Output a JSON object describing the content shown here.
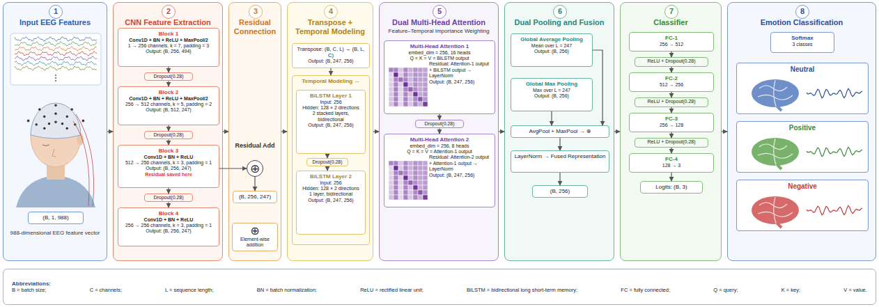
{
  "diagram": {
    "nodes": [
      {
        "text": [
          "Input EEG Features",
          "988-dimensional EEG feature vector"
        ]
      },
      {
        "text": [
          "1"
        ],
        "in": 0
      },
      {
        "text": [
          "(B, 1, 988)"
        ],
        "in": 0
      },
      {
        "text": [
          "CNN Feature Extraction"
        ]
      },
      {
        "text": [
          "2"
        ],
        "in": 3
      },
      {
        "text": [
          "Block 1",
          "Conv1D + BN + ReLU + MaxPool/2",
          "1 → 256 channels, k = 7, padding = 3",
          "Output: (B, 256, 494)"
        ],
        "in": 3
      },
      {
        "text": [
          "Dropout(0.28)"
        ],
        "in": 3
      },
      {
        "text": [
          "Block 2",
          "Conv1D + BN + ReLU + MaxPool/2",
          "256 → 512 channels, k = 5, padding = 2",
          "Output: (B, 512, 247)"
        ],
        "in": 3
      },
      {
        "text": [
          "Dropout(0.28)"
        ],
        "in": 3
      },
      {
        "text": [
          "Block 3",
          "Conv1D + BN + ReLU",
          "512 → 256 channels, k = 3, padding = 1",
          "Output: (B, 256, 247)",
          "Residual saved here"
        ],
        "in": 3
      },
      {
        "text": [
          "Dropout(0.28)"
        ],
        "in": 3
      },
      {
        "text": [
          "Block 4",
          "Conv1D + BN + ReLU",
          "256 → 256 channels, k = 3, padding = 1",
          "Output: (B, 256, 247)"
        ],
        "in": 3
      },
      {
        "text": [
          "Residual Connection",
          "Residual Add"
        ]
      },
      {
        "text": [
          "3"
        ],
        "in": 12
      },
      {
        "text": [
          "⊕"
        ],
        "in": 12
      },
      {
        "text": [
          "(B, 256, 247)"
        ],
        "in": 12
      },
      {
        "text": [
          "⊕",
          "Element-wise addition"
        ],
        "in": 12
      },
      {
        "text": [
          "Transpose + Temporal Modeling"
        ]
      },
      {
        "text": [
          "4"
        ],
        "in": 17
      },
      {
        "text": [
          "Transpose: (B, C, L) → (B, L, C)",
          "Output: (B, 247, 256)"
        ],
        "in": 17
      },
      {
        "text": [
          "Temporal Modeling ↔"
        ],
        "in": 17
      },
      {
        "text": [
          "BiLSTM Layer 1",
          "Input: 256",
          "Hidden: 128 × 2 directions",
          "2 stacked layers, bidirectional",
          "Output: (B, 247, 256)"
        ],
        "in": 20
      },
      {
        "text": [
          "Dropout(0.28)"
        ],
        "in": 20
      },
      {
        "text": [
          "BiLSTM Layer 2",
          "Input: 256",
          "Hidden: 128 × 2 directions",
          "1 layer, bidirectional",
          "Output: (B, 247, 256)"
        ],
        "in": 20
      },
      {
        "text": [
          "Dual Multi-Head Attention",
          "Feature–Temporal Importance Weighting"
        ]
      },
      {
        "text": [
          "5"
        ],
        "in": 24
      },
      {
        "text": [
          "Multi-Head Attention 1",
          "embed_dim = 256, 16 heads",
          "Q = K = V = BiLSTM output",
          "Residual: Attention-1 output + BiLSTM output → LayerNorm",
          "Output: (B, 247, 256)"
        ],
        "in": 24
      },
      {
        "text": [
          "Dropout(0.28)"
        ],
        "in": 24
      },
      {
        "text": [
          "Multi-Head Attention 2",
          "embed_dim = 256, 8 heads",
          "Q = K = V = Attention-1 output",
          "Residual: Attention-2 output + Attention-1 output → LayerNorm",
          "Output: (B, 247, 256)"
        ],
        "in": 24
      },
      {
        "text": [
          "Dual Pooling and Fusion"
        ]
      },
      {
        "text": [
          "6"
        ],
        "in": 29
      },
      {
        "text": [
          "Global Average Pooling",
          "Mean over L = 247",
          "Output: (B, 256)"
        ],
        "in": 29
      },
      {
        "text": [
          "Global Max Pooling",
          "Max over L = 247",
          "Output: (B, 256)"
        ],
        "in": 29
      },
      {
        "text": [
          "AvgPool + MaxPool → ⊕"
        ],
        "in": 29
      },
      {
        "text": [
          "LayerNorm → Fused Representation"
        ],
        "in": 29
      },
      {
        "text": [
          "(B, 256)"
        ],
        "in": 29
      },
      {
        "text": [
          "Classifier"
        ]
      },
      {
        "text": [
          "7"
        ],
        "in": 36
      },
      {
        "text": [
          "FC-1",
          "256 → 512"
        ],
        "in": 36
      },
      {
        "text": [
          "ReLU + Dropout(0.28)"
        ],
        "in": 36
      },
      {
        "text": [
          "FC-2",
          "512 → 256"
        ],
        "in": 36
      },
      {
        "text": [
          "ReLU + Dropout(0.28)"
        ],
        "in": 36
      },
      {
        "text": [
          "FC-3",
          "256 → 128"
        ],
        "in": 36
      },
      {
        "text": [
          "ReLU + Dropout(0.28)"
        ],
        "in": 36
      },
      {
        "text": [
          "FC-4",
          "128 → 3"
        ],
        "in": 36
      },
      {
        "text": [
          "Logits: (B, 3)"
        ],
        "in": 36
      },
      {
        "text": [
          "Emotion Classification"
        ]
      },
      {
        "text": [
          "8"
        ],
        "in": 46
      },
      {
        "text": [
          "Softmax",
          "3 classes"
        ],
        "in": 46
      },
      {
        "text": [
          "Neutral"
        ],
        "in": 46
      },
      {
        "text": [
          "Positive"
        ],
        "in": 46
      },
      {
        "text": [
          "Negative"
        ],
        "in": 46
      },
      {
        "text": [
          "Abbreviations:",
          "B = batch size;",
          "C = channels;",
          "L = sequence length;",
          "BN = batch normalization;",
          "ReLU = rectified linear unit;",
          "BiLSTM = bidirectional long short-term memory;",
          "FC = fully connected;",
          "Q = query;",
          "K = key;",
          "V = value."
        ]
      }
    ],
    "edges": [
      {
        "from": 0,
        "to": 3,
        "arrow": "to"
      },
      {
        "from": 3,
        "to": 12,
        "arrow": "to"
      },
      {
        "from": 12,
        "to": 17,
        "arrow": "to"
      },
      {
        "from": 17,
        "to": 24,
        "arrow": "to"
      },
      {
        "from": 24,
        "to": 29,
        "arrow": "to"
      },
      {
        "from": 29,
        "to": 36,
        "arrow": "to"
      },
      {
        "from": 36,
        "to": 46,
        "arrow": "to"
      },
      {
        "from": 5,
        "to": 6,
        "arrow": "to"
      },
      {
        "from": 6,
        "to": 7,
        "arrow": "to"
      },
      {
        "from": 7,
        "to": 8,
        "arrow": "to"
      },
      {
        "from": 8,
        "to": 9,
        "arrow": "to"
      },
      {
        "from": 9,
        "to": 10,
        "arrow": "to"
      },
      {
        "from": 10,
        "to": 11,
        "arrow": "to"
      },
      {
        "from": 9,
        "to": 14,
        "arrow": "to"
      },
      {
        "from": 14,
        "to": 15,
        "arrow": "to"
      },
      {
        "from": 19,
        "to": 20,
        "arrow": "to"
      },
      {
        "from": 21,
        "to": 22,
        "arrow": "to"
      },
      {
        "from": 22,
        "to": 23,
        "arrow": "to"
      },
      {
        "from": 26,
        "to": 27,
        "arrow": "to"
      },
      {
        "from": 27,
        "to": 28,
        "arrow": "to"
      },
      {
        "from": 31,
        "to": 33,
        "arrow": "to"
      },
      {
        "from": 32,
        "to": 33,
        "arrow": "to"
      },
      {
        "from": 33,
        "to": 34,
        "arrow": "to"
      },
      {
        "from": 34,
        "to": 35,
        "arrow": "to"
      },
      {
        "from": 38,
        "to": 39,
        "arrow": "to"
      },
      {
        "from": 39,
        "to": 40,
        "arrow": "to"
      },
      {
        "from": 40,
        "to": 41,
        "arrow": "to"
      },
      {
        "from": 41,
        "to": 42,
        "arrow": "to"
      },
      {
        "from": 42,
        "to": 43,
        "arrow": "to"
      },
      {
        "from": 43,
        "to": 44,
        "arrow": "to"
      },
      {
        "from": 44,
        "to": 45,
        "arrow": "to"
      }
    ]
  }
}
